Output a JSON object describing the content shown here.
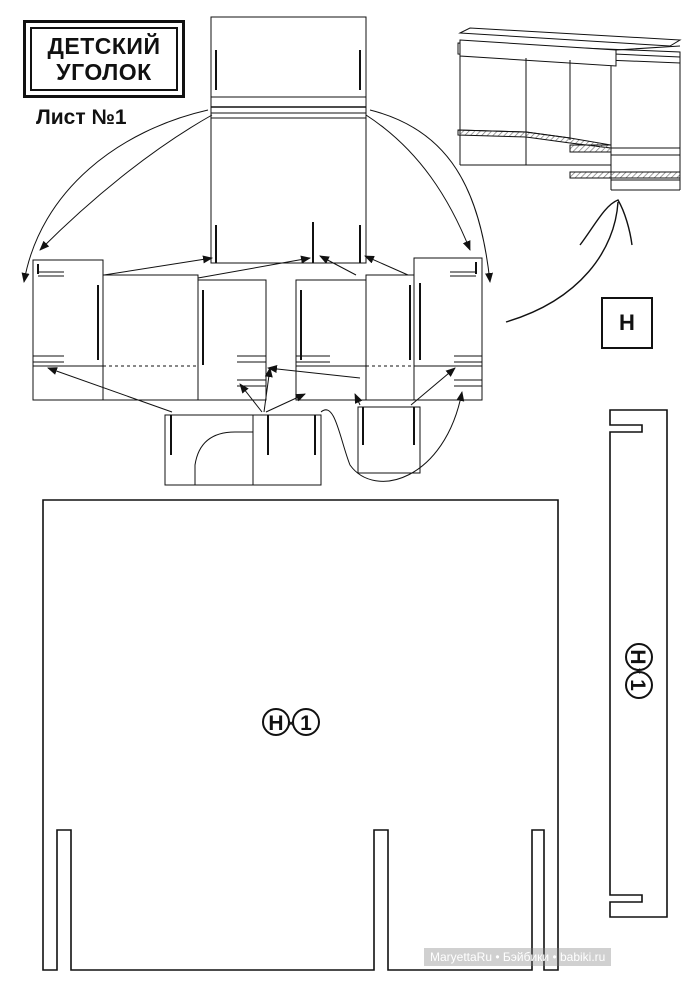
{
  "title": {
    "line1": "ДЕТСКИЙ",
    "line2": "УГОЛОК"
  },
  "sheet_label": "Лист №1",
  "part_badge": "Н",
  "quantity_mark": {
    "part": "Н",
    "times": "×",
    "count": "1"
  },
  "watermark": "MaryettaRu • Бэйбики • babiki.ru",
  "colors": {
    "line": "#111111",
    "paper": "#ffffff",
    "hatch": "#888888"
  }
}
